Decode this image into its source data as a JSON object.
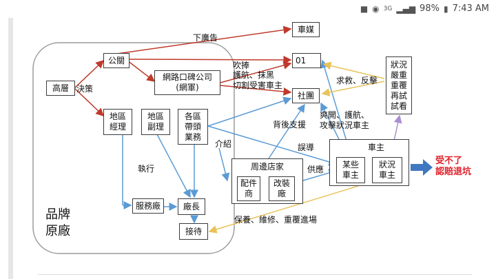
{
  "statusbar": {
    "network": "3G",
    "battery": "98%",
    "time": "7:43 AM"
  },
  "diagram": {
    "nodes": {
      "gaoceng": "高層",
      "gongguan": "公關",
      "wanglu": "網路口碑公司\n(網軍)",
      "diqu_jingli": "地區\n經理",
      "diqu_fuli": "地區\n副理",
      "gequ": "各區\n帶頭\n業務",
      "fuwuchang": "服務廠",
      "changzhang": "廠長",
      "jiedai": "接待",
      "chemei": "車媒",
      "o1": "01",
      "shetuan": "社團",
      "zhoubian": "周邊店家",
      "peijian": "配件\n商",
      "gaizhuang": "改裝\n廠",
      "chezhu": "車主",
      "mouxie": "某些\n車主",
      "zhuangkuang_chezhu": "狀況\n車主",
      "zhuangkuang_yz": "狀況\n嚴重\n重覆\n再試\n試看"
    },
    "labels": {
      "jueyi": "決策",
      "xiaguanggao": "下廣告",
      "chuipeng": "吹捧\n護航、抹黑\n切割受害車主",
      "qiujiu": "求救、反擊",
      "beihou": "背後支援",
      "shuangkai": "爽開、護航、\n攻擊狀況車主",
      "jieshao": "介紹",
      "wudao": "誤導",
      "gongying": "供應",
      "zhixing": "執行",
      "baoyang": "保養、維修、重覆進場",
      "pinpai": "品牌\n原廠"
    },
    "callout": "受不了\n認賠退坑",
    "colors": {
      "red": "#c0392b",
      "blue": "#5b9bd5",
      "yellow": "#e8c35a",
      "purple": "#a98fd1",
      "warn": "#e0212b"
    }
  }
}
